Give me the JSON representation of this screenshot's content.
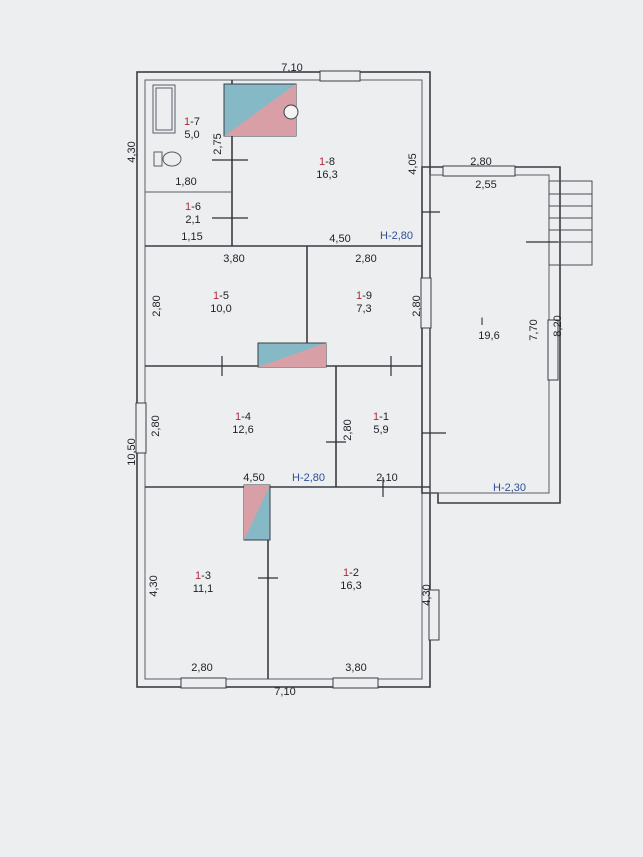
{
  "colors": {
    "background": "#eceef0",
    "wall": "#3a3d44",
    "prefix_red": "#b0283a",
    "height_blue": "#2f4f95",
    "door_pink": "#d8a0a6",
    "door_teal": "#86b9c6"
  },
  "rooms": [
    {
      "prefix": "1",
      "num": "-7",
      "area": "5,0"
    },
    {
      "prefix": "1",
      "num": "-8",
      "area": "16,3"
    },
    {
      "prefix": "1",
      "num": "-6",
      "area": "2,1"
    },
    {
      "prefix": "1",
      "num": "-5",
      "area": "10,0"
    },
    {
      "prefix": "1",
      "num": "-9",
      "area": "7,3"
    },
    {
      "prefix": "1",
      "num": "-4",
      "area": "12,6"
    },
    {
      "prefix": "1",
      "num": "-1",
      "area": "5,9"
    },
    {
      "prefix": "1",
      "num": "-3",
      "area": "11,1"
    },
    {
      "prefix": "1",
      "num": "-2",
      "area": "16,3"
    },
    {
      "prefix": "",
      "num": "I",
      "area": "19,6"
    }
  ],
  "dimensions": [
    "7,10",
    "4,30",
    "2,75",
    "1,80",
    "4,05",
    "1,15",
    "4,50",
    "2,80",
    "2,55",
    "3,80",
    "2,80",
    "2,80",
    "2,80",
    "7,70",
    "8,20",
    "10,50",
    "2,80",
    "2,80",
    "4,50",
    "2,10",
    "4,30",
    "4,30",
    "2,80",
    "3,80",
    "7,10"
  ],
  "heights": [
    "H-2,80",
    "H-2,80",
    "H-2,30"
  ]
}
